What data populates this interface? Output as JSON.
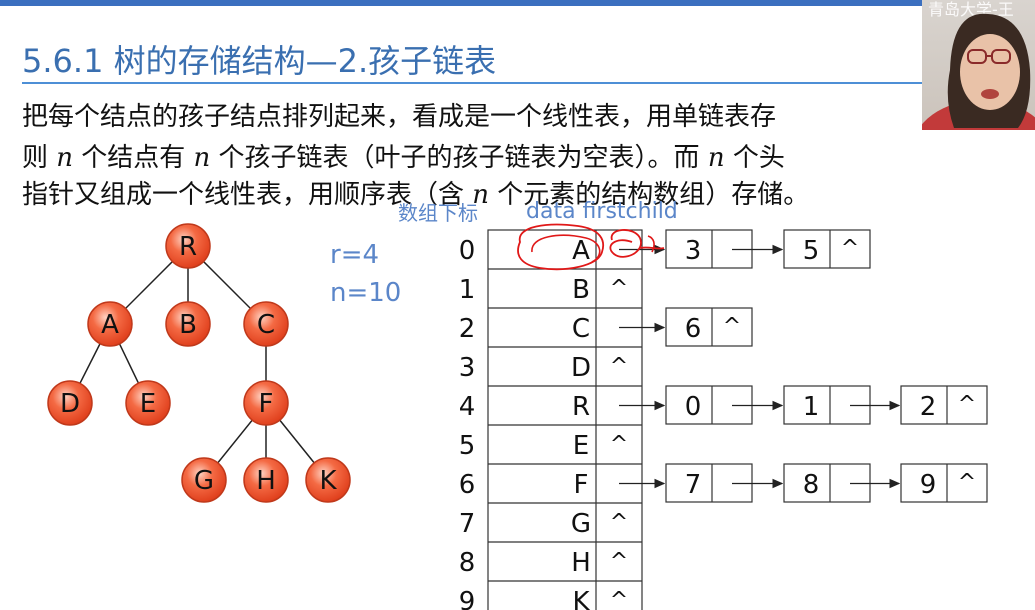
{
  "slide": {
    "title": "5.6.1 树的存储结构—2.孩子链表",
    "paragraph": {
      "line1": "把每个结点的孩子结点排列起来，看成是一个线性表，用单链表存",
      "line2_a": "则 ",
      "line2_n1": "n",
      "line2_b": " 个结点有 ",
      "line2_n2": "n",
      "line2_c": " 个孩子链表（叶子的孩子链表为空表）。而 ",
      "line2_n3": "n",
      "line2_d": " 个头",
      "line3_a": "指针又组成一个线性表，用顺序表（含 ",
      "line3_n": "n",
      "line3_b": " 个元素的结构数组）存储。"
    },
    "params": {
      "r": "r=4",
      "n": "n=10"
    },
    "header_labels": {
      "index": "数组下标",
      "fields": "data firstchild"
    },
    "tree": {
      "nodes": [
        "R",
        "A",
        "B",
        "C",
        "D",
        "E",
        "F",
        "G",
        "H",
        "K"
      ],
      "edges": [
        [
          "R",
          "A"
        ],
        [
          "R",
          "B"
        ],
        [
          "R",
          "C"
        ],
        [
          "A",
          "D"
        ],
        [
          "A",
          "E"
        ],
        [
          "C",
          "F"
        ],
        [
          "F",
          "G"
        ],
        [
          "F",
          "H"
        ],
        [
          "F",
          "K"
        ]
      ]
    },
    "array": {
      "indices": [
        "0",
        "1",
        "2",
        "3",
        "4",
        "5",
        "6",
        "7",
        "8",
        "9"
      ],
      "data": [
        "A",
        "B",
        "C",
        "D",
        "R",
        "E",
        "F",
        "G",
        "H",
        "K"
      ],
      "null_symbol": "^"
    },
    "child_lists": [
      {
        "index": "0",
        "children": [
          "3",
          "5"
        ]
      },
      {
        "index": "2",
        "children": [
          "6"
        ]
      },
      {
        "index": "4",
        "children": [
          "0",
          "1",
          "2"
        ]
      },
      {
        "index": "6",
        "children": [
          "7",
          "8",
          "9"
        ]
      }
    ],
    "watermark": "青岛大学-王",
    "colors": {
      "title": "#3a6fb0",
      "node_fill": "#f0502a",
      "node_stroke": "#c0391b",
      "annotation": "#5b86c9",
      "ink": "#e01818"
    }
  }
}
